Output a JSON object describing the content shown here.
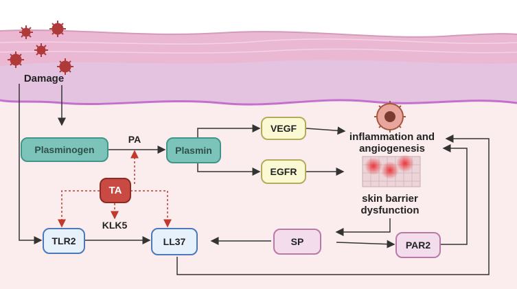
{
  "labels": {
    "damage": "Damage",
    "pa": "PA",
    "klk5": "KLK5",
    "inflammation_line1": "inflammation and",
    "inflammation_line2": "angiogenesis",
    "skin_line1": "skin barrier",
    "skin_line2": "dysfunction"
  },
  "nodes": {
    "plasminogen": "Plasminogen",
    "plasmin": "Plasmin",
    "vegf": "VEGF",
    "egfr": "EGFR",
    "ta": "TA",
    "tlr2": "TLR2",
    "ll37": "LL37",
    "sp": "SP",
    "par2": "PAR2"
  },
  "colors": {
    "skin_top": "#eab8d2",
    "dermis": "#e4c3e0",
    "dermal_line": "#c270cc",
    "body_bg": "#fbecee",
    "arrow": "#333333",
    "dashed_arrow": "#c0392b",
    "virus": "#b03a3a"
  }
}
